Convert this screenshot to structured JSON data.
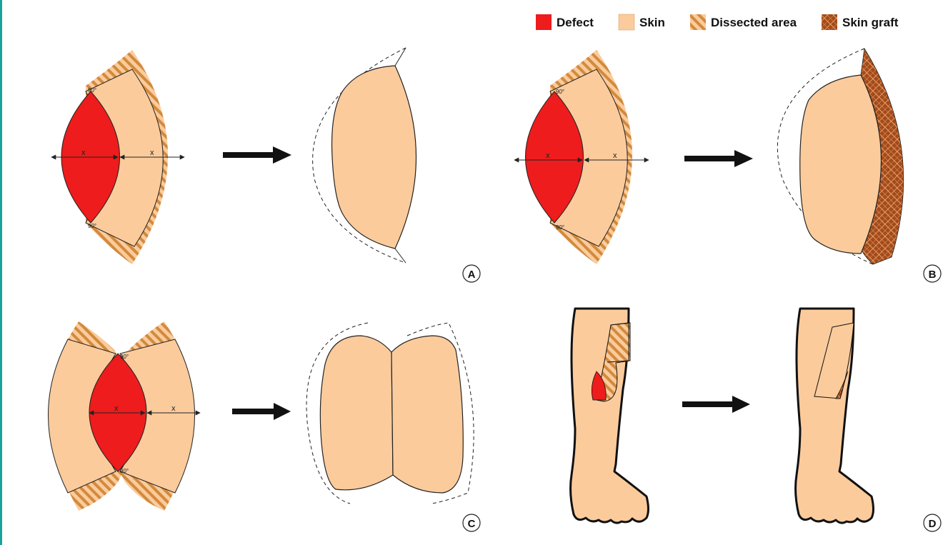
{
  "legend": {
    "defect": "Defect",
    "skin": "Skin",
    "dissected": "Dissected area",
    "graft": "Skin graft"
  },
  "colors": {
    "defect": "#ee1c1c",
    "skin": "#fbcb9c",
    "hatch": "#d28a3c",
    "graft": "#a44a1c",
    "frame": "#1aa39a"
  },
  "dimension_label": "x",
  "angle_label": "90°",
  "panels": {
    "a": "A",
    "b": "B",
    "c": "C",
    "d": "D"
  }
}
